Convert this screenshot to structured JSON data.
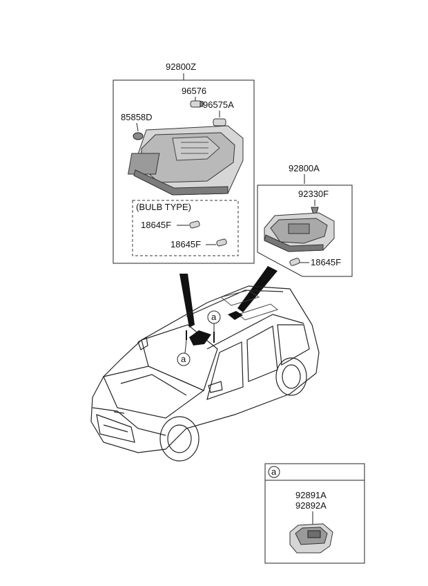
{
  "diagram": {
    "assemblies": [
      {
        "part_no": "92800Z"
      },
      {
        "part_no": "92800A"
      }
    ],
    "parts": {
      "p96576": "96576",
      "p96575A": "96575A",
      "p85858D": "85858D",
      "bulb_type": "(BULB TYPE)",
      "p18645F_a": "18645F",
      "p18645F_b": "18645F",
      "p92330F": "92330F",
      "p18645F_c": "18645F",
      "p92891A": "92891A",
      "p92892A": "92892A"
    },
    "callouts": {
      "car_a_top": "a",
      "car_a_left": "a",
      "legend_a": "a"
    }
  }
}
